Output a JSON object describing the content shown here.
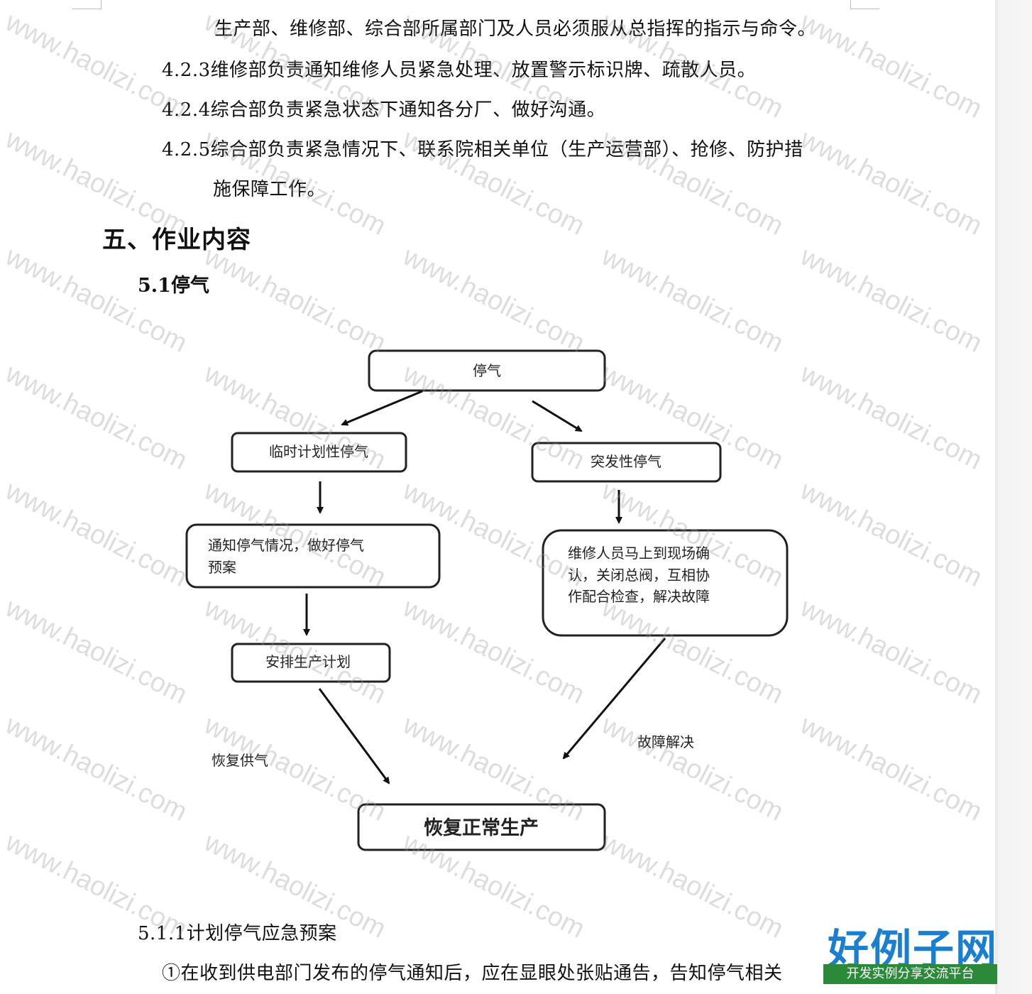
{
  "body_lines": {
    "l1": "生产部、维修部、综合部所属部门及人员必须服从总指挥的指示与命令。",
    "l2": "4.2.3维修部负责通知维修人员紧急处理、放置警示标识牌、疏散人员。",
    "l3": "4.2.4综合部负责紧急状态下通知各分厂、做好沟通。",
    "l4": "4.2.5综合部负责紧急情况下、联系院相关单位（生产运营部）、抢修、防护措",
    "l5": "施保障工作。"
  },
  "section": {
    "heading": "五、作业内容",
    "subheading": "5.1停气"
  },
  "flowchart": {
    "top": "停气",
    "left_1": "临时计划性停气",
    "left_2_line1": "通知停气情况，做好停气",
    "left_2_line2": "预案",
    "left_3": "安排生产计划",
    "right_1": "突发性停气",
    "right_2_line1": "维修人员马上到现场确",
    "right_2_line2": "认，关闭总阀，互相协",
    "right_2_line3": "作配合检查，解决故障",
    "label_left": "恢复供气",
    "label_right": "故障解决",
    "bottom": "恢复正常生产"
  },
  "after": {
    "subsection": "5.1.1计划停气应急预案",
    "para": "①在收到供电部门发布的停气通知后，应在显眼处张贴通告，告知停气相关"
  },
  "watermark": "www.haolizi.com",
  "logo": {
    "main": "好例子网",
    "sub": "开发实例分享交流平台"
  }
}
